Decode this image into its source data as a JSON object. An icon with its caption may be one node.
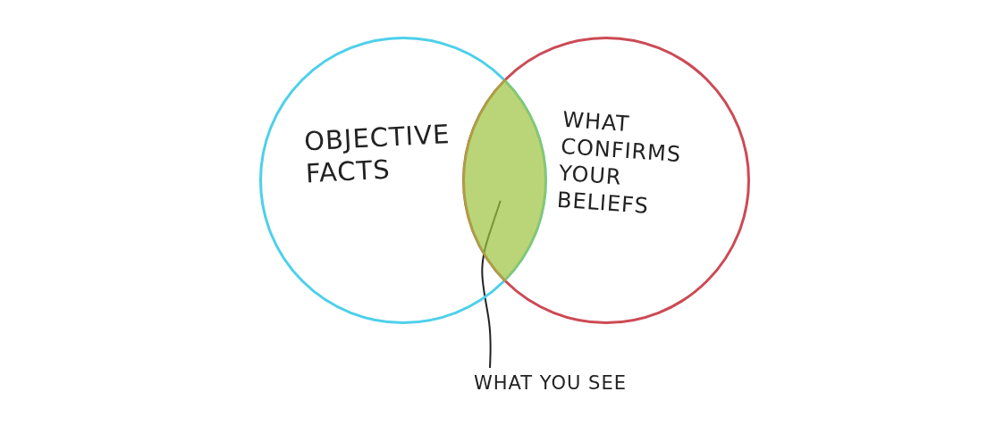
{
  "diagram": {
    "nodes": [
      {
        "text": [
          "OBJECTIVE FACTS"
        ]
      },
      {
        "text": [
          "WHAT CONFIRMS YOUR BELIEFS"
        ]
      },
      {
        "text": [
          "WHAT YOU SEE"
        ]
      },
      {
        "text": [],
        "shape": "lens"
      }
    ],
    "edges": [
      {
        "from": 2,
        "to": 3,
        "arrow": "none"
      }
    ]
  }
}
